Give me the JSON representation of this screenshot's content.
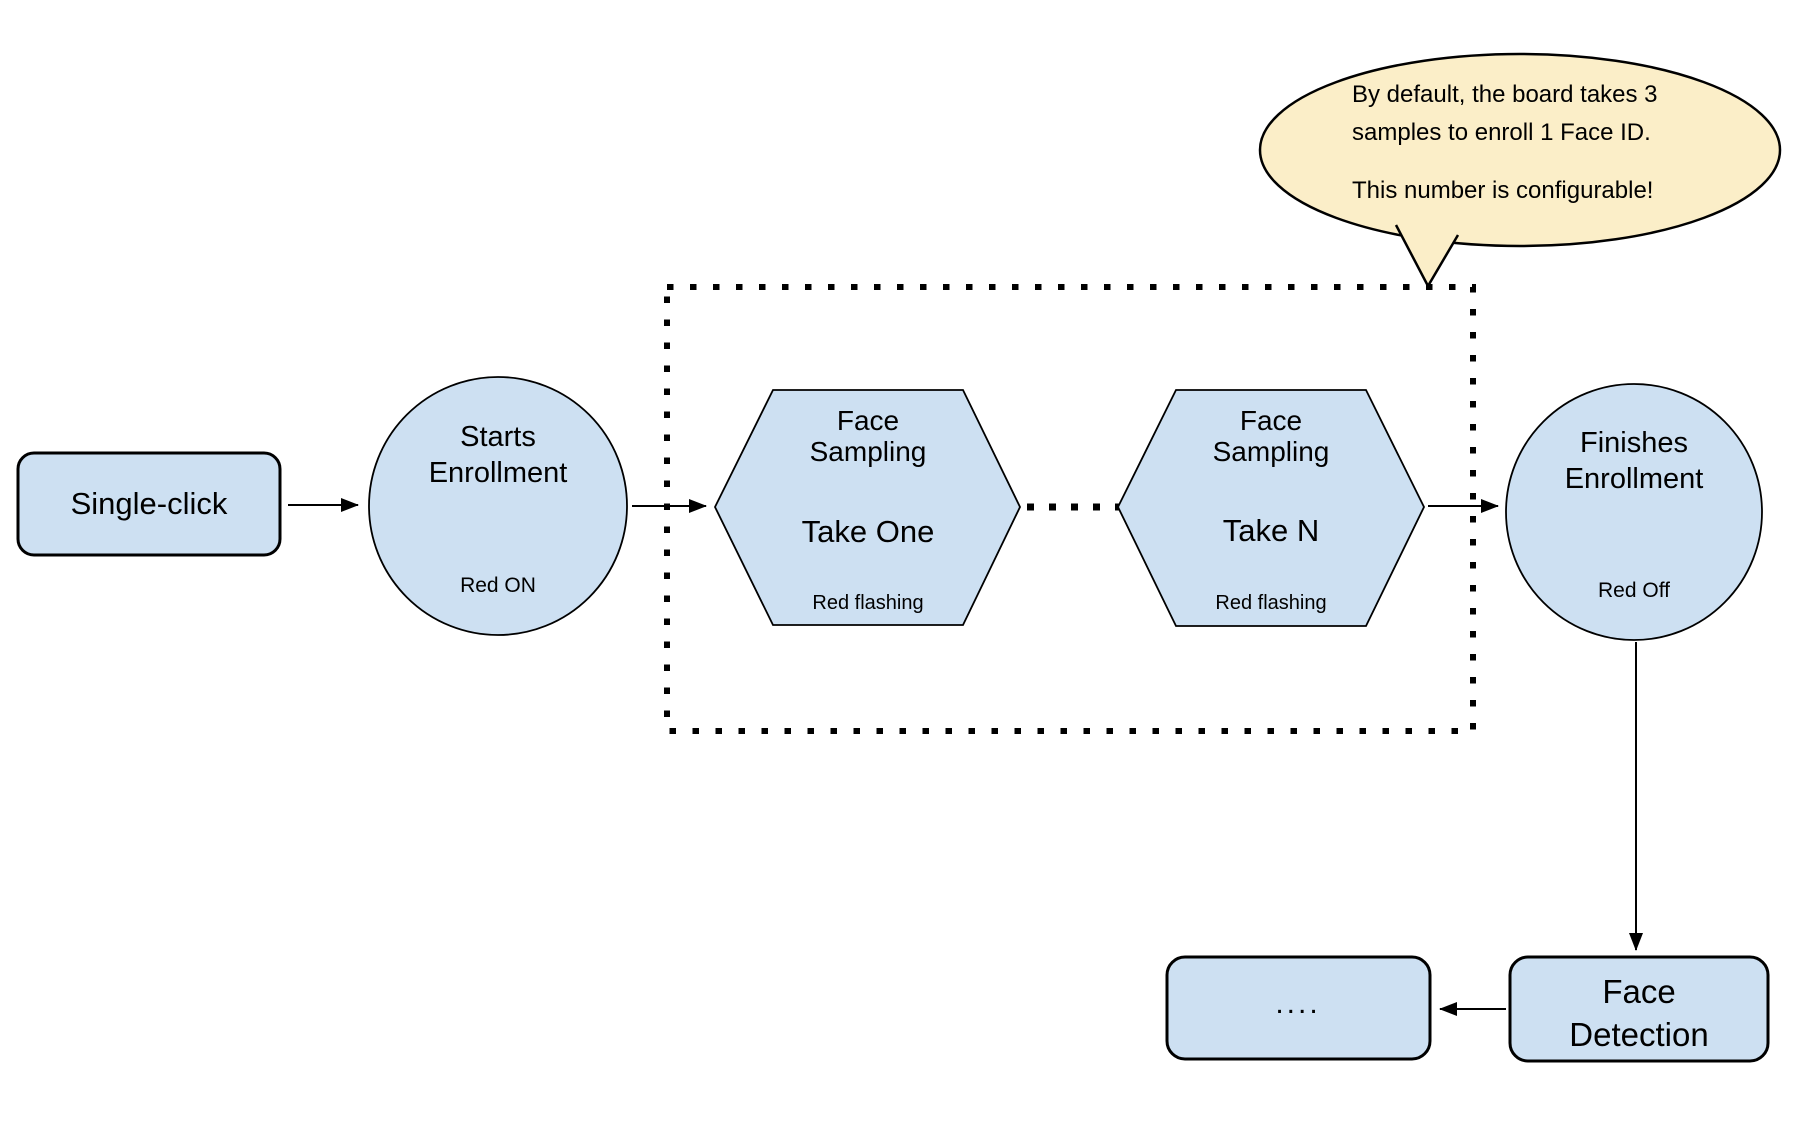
{
  "colors": {
    "node_fill": "#CDE0F2",
    "node_stroke": "#000000",
    "callout_fill": "#FBEEC8",
    "callout_stroke": "#000000",
    "arrow_color": "#000000"
  },
  "diagram": {
    "callout": {
      "line1": "By default, the board takes 3",
      "line2": "samples to enroll 1 Face ID.",
      "line3": "This number is configurable!"
    },
    "single_click": {
      "label": "Single-click"
    },
    "starts_enrollment": {
      "title_line1": "Starts",
      "title_line2": "Enrollment",
      "status": "Red ON"
    },
    "face_sampling_take_one": {
      "title_line1": "Face",
      "title_line2": "Sampling",
      "subtitle": "Take One",
      "status": "Red flashing"
    },
    "face_sampling_take_n": {
      "title_line1": "Face",
      "title_line2": "Sampling",
      "subtitle": "Take N",
      "status": "Red flashing"
    },
    "finishes_enrollment": {
      "title_line1": "Finishes",
      "title_line2": "Enrollment",
      "status": "Red Off"
    },
    "face_detection": {
      "title_line1": "Face",
      "title_line2": "Detection"
    },
    "continuation": {
      "label": "...."
    }
  }
}
